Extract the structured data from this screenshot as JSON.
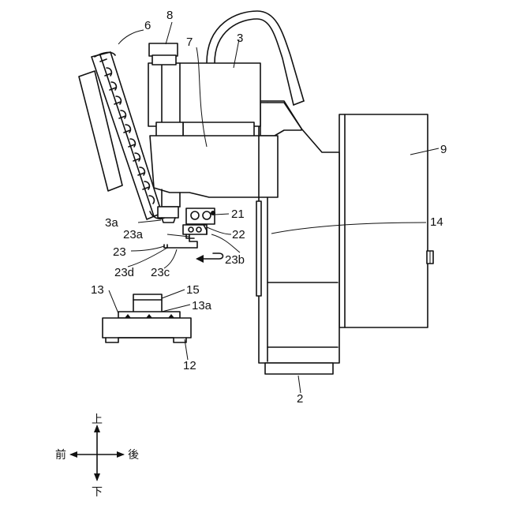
{
  "labels": {
    "l8": "8",
    "l6": "6",
    "l7": "7",
    "l3": "3",
    "l9": "9",
    "l3a": "3a",
    "l21": "21",
    "l23a": "23a",
    "l22": "22",
    "l14": "14",
    "l23": "23",
    "l23b": "23b",
    "l23d": "23d",
    "l23c": "23c",
    "l13": "13",
    "l15": "15",
    "l13a": "13a",
    "l12": "12",
    "l2": "2"
  },
  "directions": {
    "up": "上",
    "down": "下",
    "front": "前",
    "back": "後"
  }
}
